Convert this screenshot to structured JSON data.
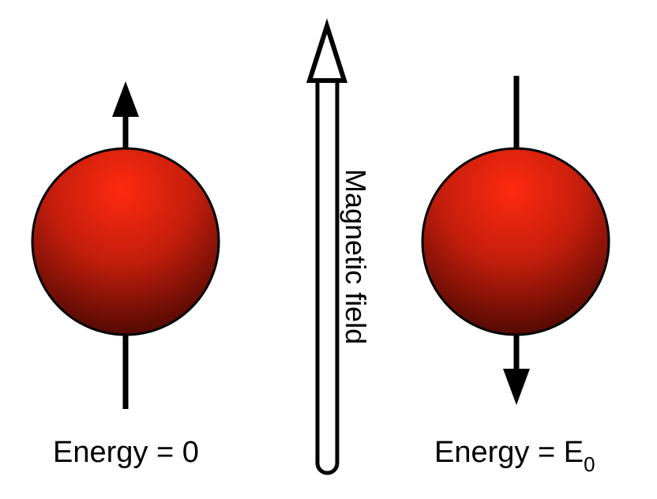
{
  "field": {
    "label": "Magnetic field"
  },
  "particles": [
    {
      "id": "left",
      "spin": "up",
      "energy_label": "Energy = 0"
    },
    {
      "id": "right",
      "spin": "down",
      "energy_label_main": "Energy = E",
      "energy_label_subscript": "0"
    }
  ],
  "colors": {
    "sphere_highlight": "#ff2a10",
    "sphere_mid": "#c41e0c",
    "sphere_shadow": "#3a0502",
    "stroke": "#000000",
    "background": "#ffffff"
  }
}
